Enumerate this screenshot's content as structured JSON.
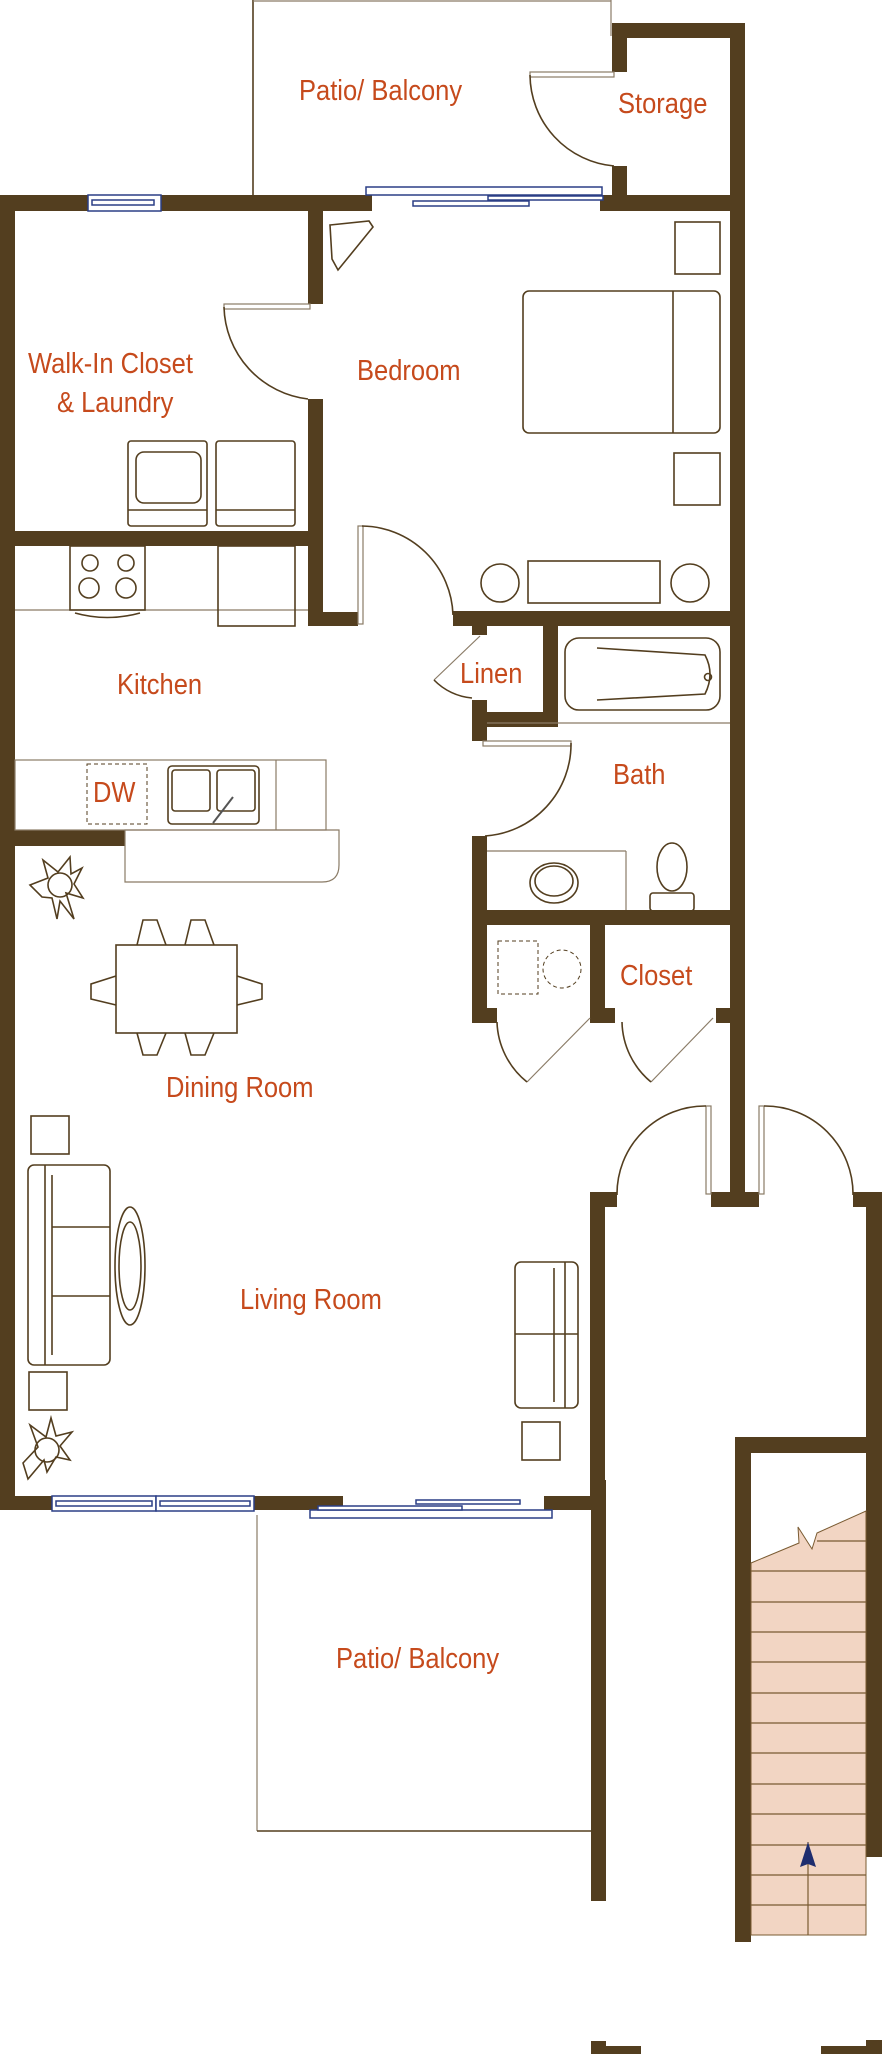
{
  "floor_plan": {
    "colors": {
      "wall": "#533E1F",
      "label": "#C64A1C",
      "window": "#2B3F86",
      "stairs": "#F2D5C3"
    },
    "rooms": {
      "patio_top": "Patio/ Balcony",
      "storage": "Storage",
      "walk_in_closet_line1": "Walk-In Closet",
      "walk_in_closet_line2": "& Laundry",
      "bedroom": "Bedroom",
      "kitchen": "Kitchen",
      "dishwasher": "DW",
      "linen": "Linen",
      "bath": "Bath",
      "closet": "Closet",
      "dining_room": "Dining Room",
      "living_room": "Living Room",
      "patio_bottom": "Patio/ Balcony"
    },
    "fixtures": [
      "washer",
      "dryer",
      "range",
      "refrigerator",
      "double-sink",
      "dishwasher",
      "bathtub",
      "vanity-sink",
      "toilet",
      "water-heater",
      "bed",
      "nightstands",
      "dresser",
      "dining-table",
      "sofa",
      "loveseat",
      "coffee-table",
      "plants",
      "stairs"
    ],
    "stairs_direction": "up"
  }
}
